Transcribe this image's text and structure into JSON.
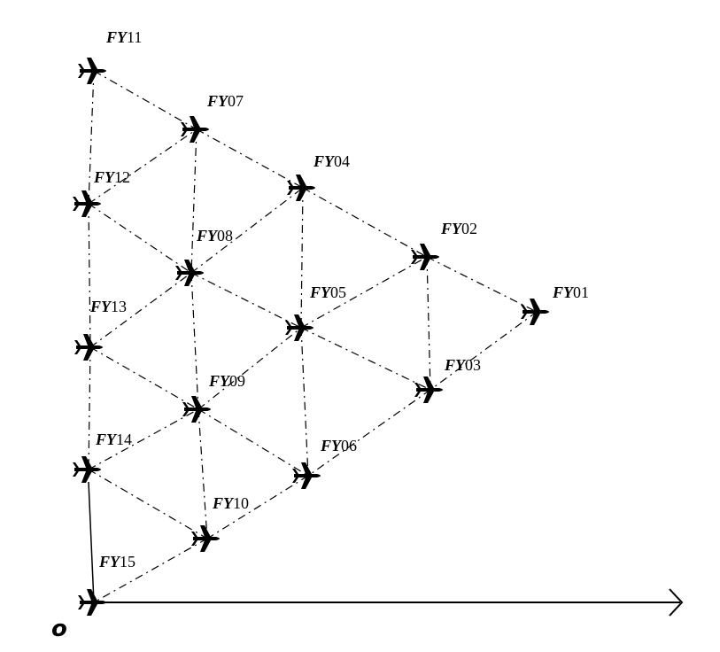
{
  "diagram": {
    "origin_label": "o",
    "colors": {
      "ink": "#000000",
      "background": "#ffffff"
    },
    "label_prefix": "FY",
    "aircraft": [
      {
        "id": "FY01",
        "num": "01"
      },
      {
        "id": "FY02",
        "num": "02"
      },
      {
        "id": "FY03",
        "num": "03"
      },
      {
        "id": "FY04",
        "num": "04"
      },
      {
        "id": "FY05",
        "num": "05"
      },
      {
        "id": "FY06",
        "num": "06"
      },
      {
        "id": "FY07",
        "num": "07"
      },
      {
        "id": "FY08",
        "num": "08"
      },
      {
        "id": "FY09",
        "num": "09"
      },
      {
        "id": "FY10",
        "num": "10"
      },
      {
        "id": "FY11",
        "num": "11"
      },
      {
        "id": "FY12",
        "num": "12"
      },
      {
        "id": "FY13",
        "num": "13"
      },
      {
        "id": "FY14",
        "num": "14"
      },
      {
        "id": "FY15",
        "num": "15"
      }
    ],
    "links": [
      [
        "FY11",
        "FY07"
      ],
      [
        "FY07",
        "FY04"
      ],
      [
        "FY04",
        "FY02"
      ],
      [
        "FY02",
        "FY01"
      ],
      [
        "FY01",
        "FY03"
      ],
      [
        "FY03",
        "FY06"
      ],
      [
        "FY06",
        "FY10"
      ],
      [
        "FY10",
        "FY15"
      ],
      [
        "FY11",
        "FY12"
      ],
      [
        "FY12",
        "FY13"
      ],
      [
        "FY13",
        "FY14"
      ],
      [
        "FY07",
        "FY08"
      ],
      [
        "FY08",
        "FY09"
      ],
      [
        "FY09",
        "FY10"
      ],
      [
        "FY04",
        "FY05"
      ],
      [
        "FY05",
        "FY06"
      ],
      [
        "FY02",
        "FY03"
      ],
      [
        "FY12",
        "FY07"
      ],
      [
        "FY12",
        "FY08"
      ],
      [
        "FY08",
        "FY04"
      ],
      [
        "FY08",
        "FY05"
      ],
      [
        "FY05",
        "FY02"
      ],
      [
        "FY05",
        "FY03"
      ],
      [
        "FY13",
        "FY08"
      ],
      [
        "FY13",
        "FY09"
      ],
      [
        "FY09",
        "FY05"
      ],
      [
        "FY09",
        "FY06"
      ],
      [
        "FY14",
        "FY09"
      ],
      [
        "FY14",
        "FY10"
      ]
    ]
  }
}
